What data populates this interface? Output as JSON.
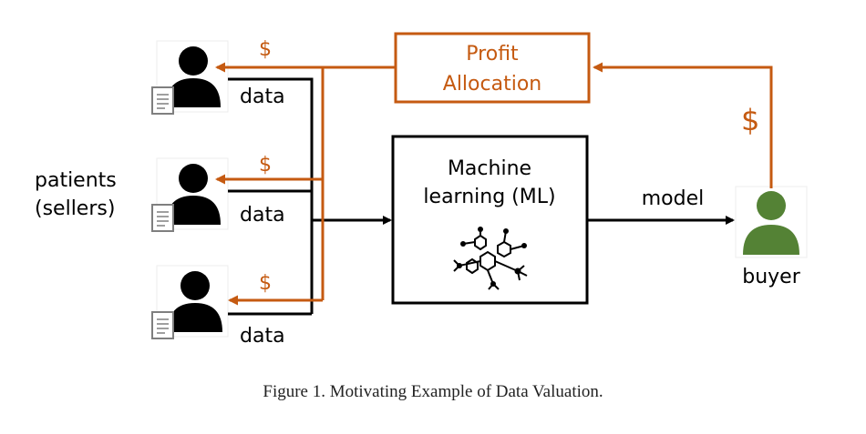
{
  "diagram": {
    "seller_group_label_line1": "patients",
    "seller_group_label_line2": "(sellers)",
    "sellers": [
      {
        "data_label": "data",
        "payment_label": "$"
      },
      {
        "data_label": "data",
        "payment_label": "$"
      },
      {
        "data_label": "data",
        "payment_label": "$"
      }
    ],
    "ml_box": {
      "line1": "Machine",
      "line2": "learning (ML)"
    },
    "model_label": "model",
    "buyer_label": "buyer",
    "buyer_payment_label": "$",
    "profit_box": {
      "line1": "Profit",
      "line2": "Allocation"
    },
    "colors": {
      "payment": "#c55a11",
      "data_flow": "#000000",
      "seller_person": "#000000",
      "buyer_person": "#548235",
      "document": "#7f7f7f"
    }
  },
  "caption": "Figure 1.  Motivating Example of Data Valuation."
}
